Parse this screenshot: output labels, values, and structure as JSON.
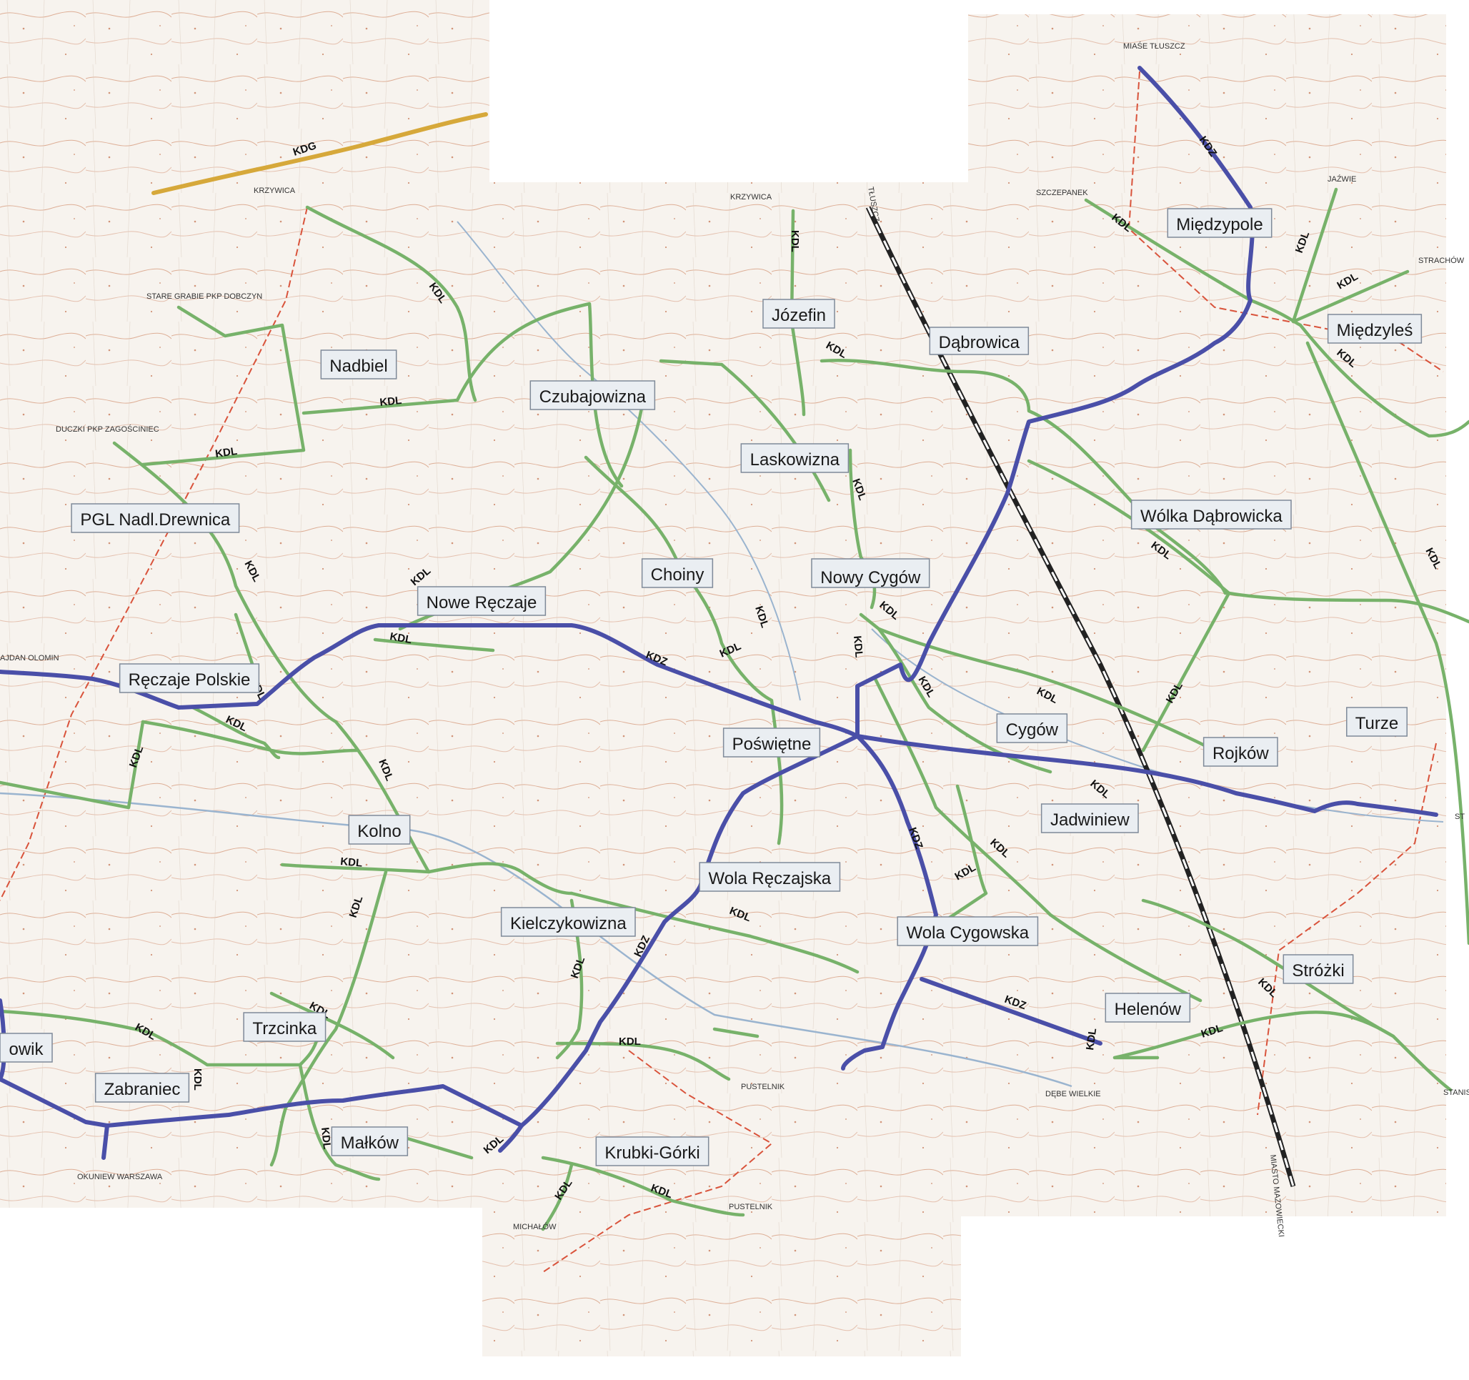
{
  "colors": {
    "sheet": "#f7f3ee",
    "background": "#ffffff",
    "road_kdl": "#77b26a",
    "road_kdz": "#4a4fa8",
    "road_kdg": "#d6a83a",
    "railway": "#222222",
    "contour": "#b8552c",
    "river": "#9ab4cf",
    "boundary": "#d9533b",
    "label_box": "#eaeef2"
  },
  "road_codes": {
    "kdl": "KDL",
    "kdz": "KDZ",
    "kdg": "KDG"
  },
  "village_labels": [
    "Nadbiel",
    "Czubajowizna",
    "Józefin",
    "Dąbrowica",
    "Międzypole",
    "Międzyleś",
    "Laskowizna",
    "Wólka Dąbrowicka",
    "PGL Nadl.Drewnica",
    "Choiny",
    "Nowe Ręczaje",
    "Nowy Cygów",
    "Ręczaje Polskie",
    "Poświętne",
    "Cygów",
    "Rojków",
    "Turze",
    "Jadwiniew",
    "Kolno",
    "Wola Ręczajska",
    "Kielczykowizna",
    "Wola Cygowska",
    "Stróżki",
    "Helenów",
    "Trzcinka",
    "owik",
    "Zabraniec",
    "Małków",
    "Krubki-Górki"
  ],
  "place_notes": [
    "MIAŚE TŁUSZCZ",
    "KRZYWICA",
    "KRZYWICA",
    "TŁUSZCZ",
    "SZCZEPANEK",
    "JAŹWIE",
    "STRACHÓW",
    "STARE GRABIE PKP DOBCZYN",
    "DUCZKI PKP ZAGOŚCINIEC",
    "AJDAN OLOMIN",
    "PUSTELNIK",
    "PUSTELNIK",
    "DĘBE WIELKIE",
    "MICHAŁÓW",
    "OKUNIEW WARSZAWA",
    "MIASTO MAZOWIECKI",
    "STANISŁAWÓW",
    "ST"
  ]
}
